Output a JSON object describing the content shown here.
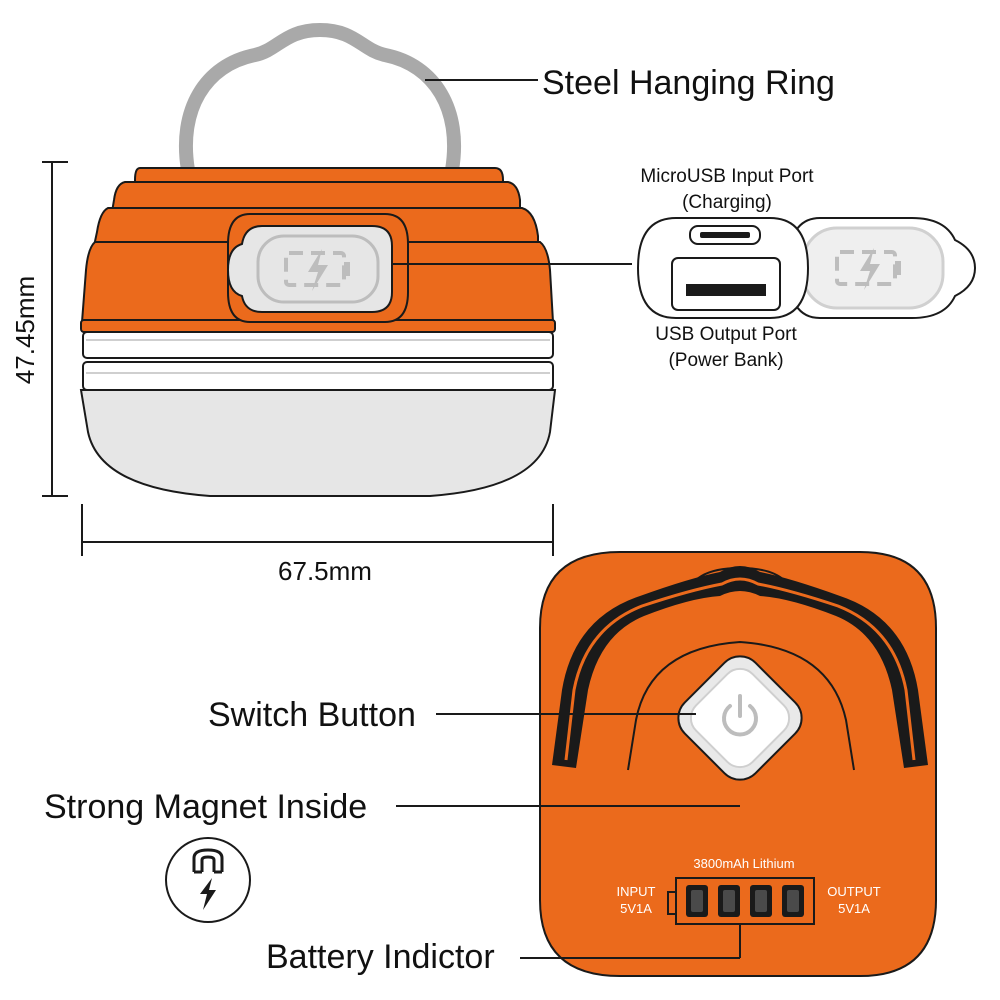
{
  "labels": {
    "hanging_ring": "Steel Hanging Ring",
    "micro_usb_line1": "MicroUSB Input Port",
    "micro_usb_line2": "(Charging)",
    "usb_out_line1": "USB Output Port",
    "usb_out_line2": "(Power Bank)",
    "height": "47.45mm",
    "width": "67.5mm",
    "switch_button": "Switch Button",
    "magnet": "Strong Magnet Inside",
    "battery_indicator": "Battery Indictor",
    "battery_capacity": "3800mAh Lithium",
    "input_line1": "INPUT",
    "input_line2": "5V1A",
    "output_line1": "OUTPUT",
    "output_line2": "5V1A"
  },
  "colors": {
    "orange": "#EB6A1C",
    "orange_dark": "#C9540E",
    "ring_gray": "#A9A9A9",
    "lens_gray": "#E6E6E6",
    "outline": "#1A1A1A",
    "port_gray": "#D8D8D8"
  },
  "icons": {
    "charge": "battery-charging-icon",
    "power": "power-icon",
    "magnet": "magnet-icon"
  }
}
